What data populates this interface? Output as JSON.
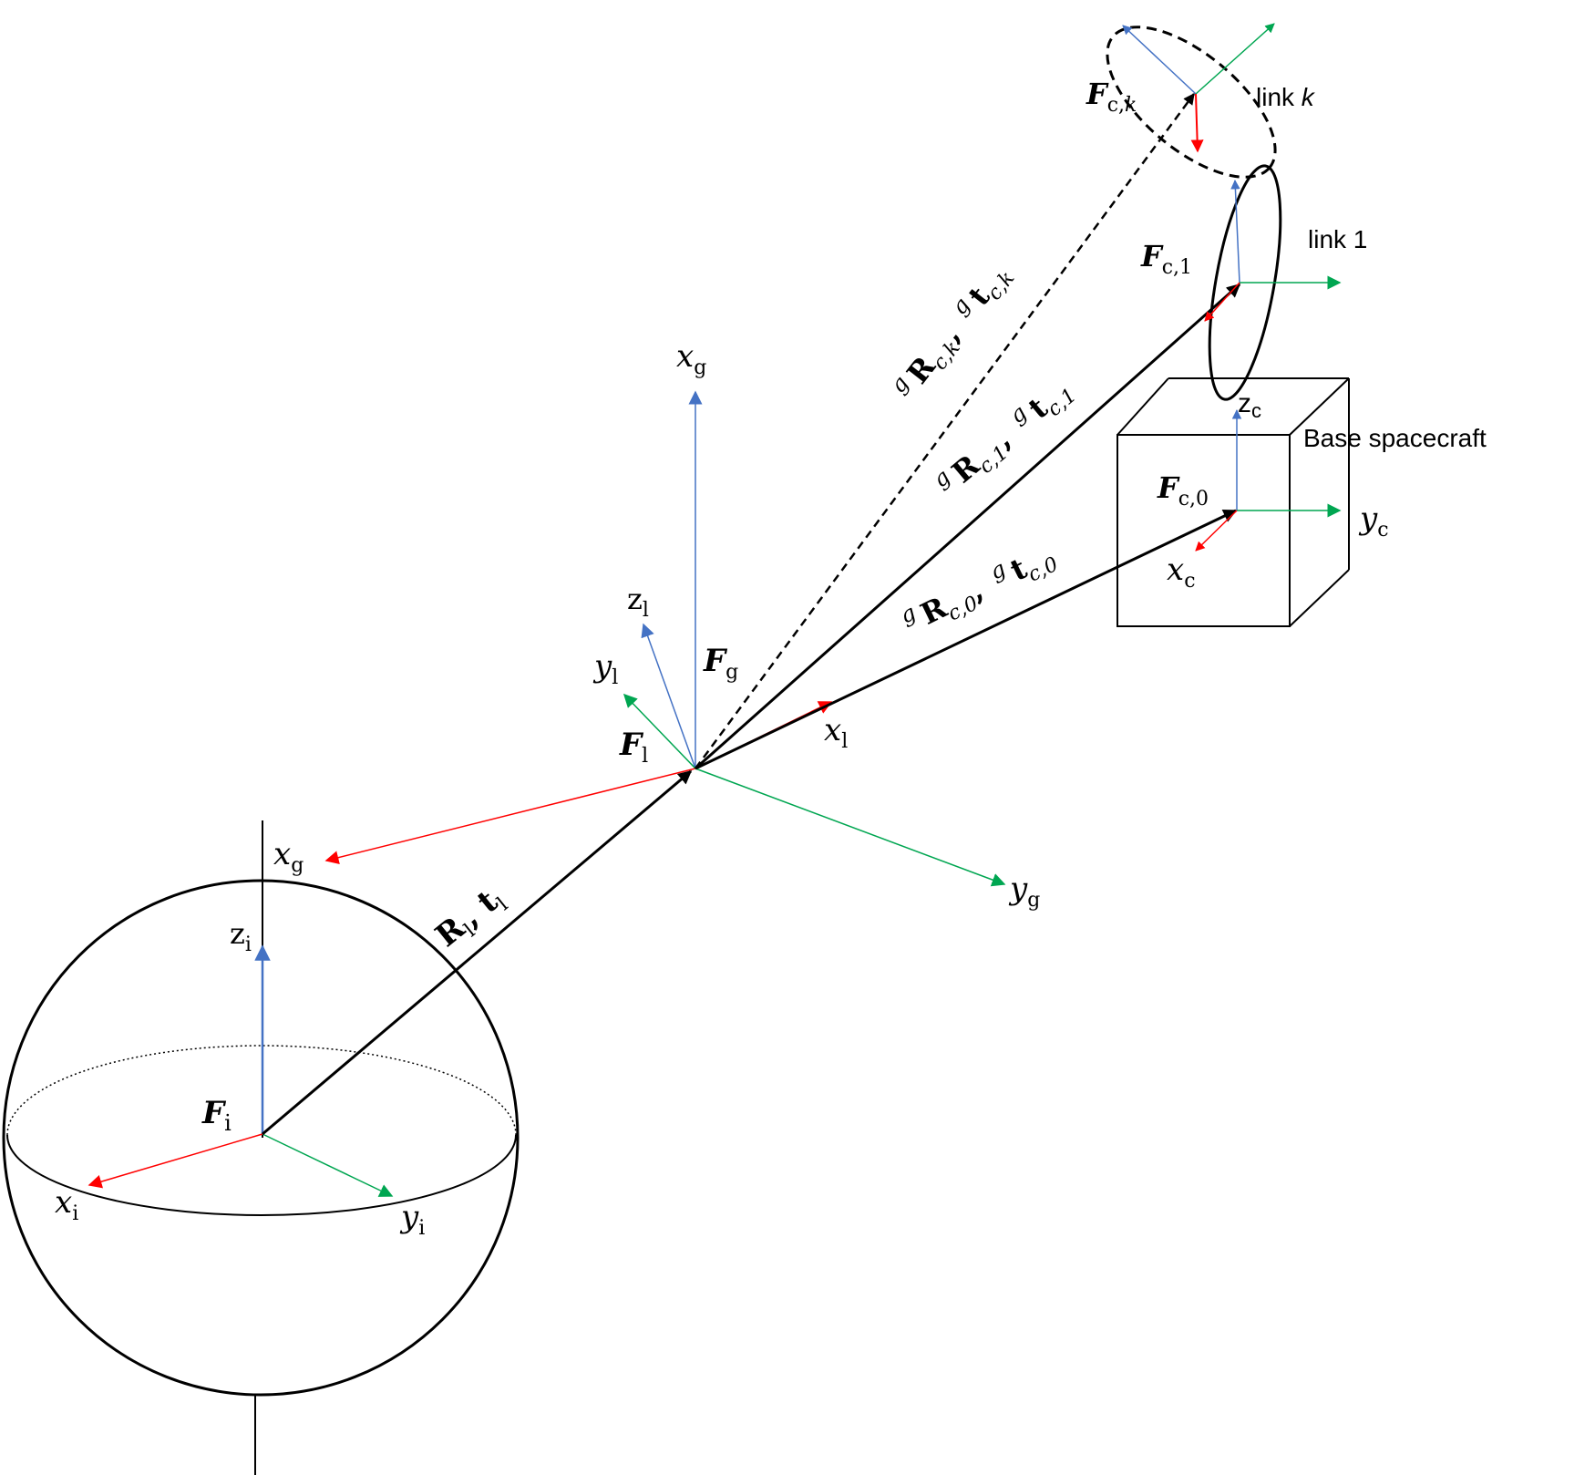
{
  "colors": {
    "x_axis": "#ff0000",
    "y_axis": "#00a651",
    "z_axis": "#4472c4",
    "line": "#000000"
  },
  "frames": {
    "inertial": {
      "frame": "F",
      "sub": "i",
      "x": "x",
      "x_sub": "i",
      "y": "y",
      "y_sub": "i",
      "z": "z",
      "z_sub": "i"
    },
    "landing": {
      "frame": "F",
      "sub": "l",
      "x": "x",
      "x_sub": "l",
      "y": "y",
      "y_sub": "l",
      "z": "z",
      "z_sub": "l"
    },
    "gripper": {
      "frame": "F",
      "sub": "g",
      "x": "x",
      "x_sub": "g",
      "y": "y",
      "y_sub": "g",
      "x_top": "x",
      "x_top_sub": "g"
    },
    "base": {
      "frame": "F",
      "sub": "c,0",
      "x": "x",
      "x_sub": "c",
      "y": "y",
      "y_sub": "c",
      "z": "z",
      "z_sub": "c"
    },
    "link1": {
      "frame": "F",
      "sub": "c,1"
    },
    "linkk": {
      "frame": "F",
      "sub": "c,",
      "sub_k": "k"
    }
  },
  "transforms": {
    "il": {
      "R": "R",
      "R_sub": "l",
      "sep": ", ",
      "t": "t",
      "t_sub": "l"
    },
    "c0": {
      "pre": "g",
      "R": "R",
      "R_sub": "c,0",
      "sep": ", ",
      "pre2": "g",
      "t": "t",
      "t_sub": "c,0"
    },
    "c1": {
      "pre": "g",
      "R": "R",
      "R_sub": "c,1",
      "sep": ", ",
      "pre2": "g",
      "t": "t",
      "t_sub": "c,1"
    },
    "ck": {
      "pre": "g",
      "R": "R",
      "R_sub": "c,k",
      "sep": ", ",
      "pre2": "g",
      "t": "t",
      "t_sub": "c,k"
    }
  },
  "labels": {
    "base_spacecraft": "Base spacecraft",
    "link_1": "link 1",
    "link_k_prefix": "link ",
    "link_k_var": "k"
  }
}
